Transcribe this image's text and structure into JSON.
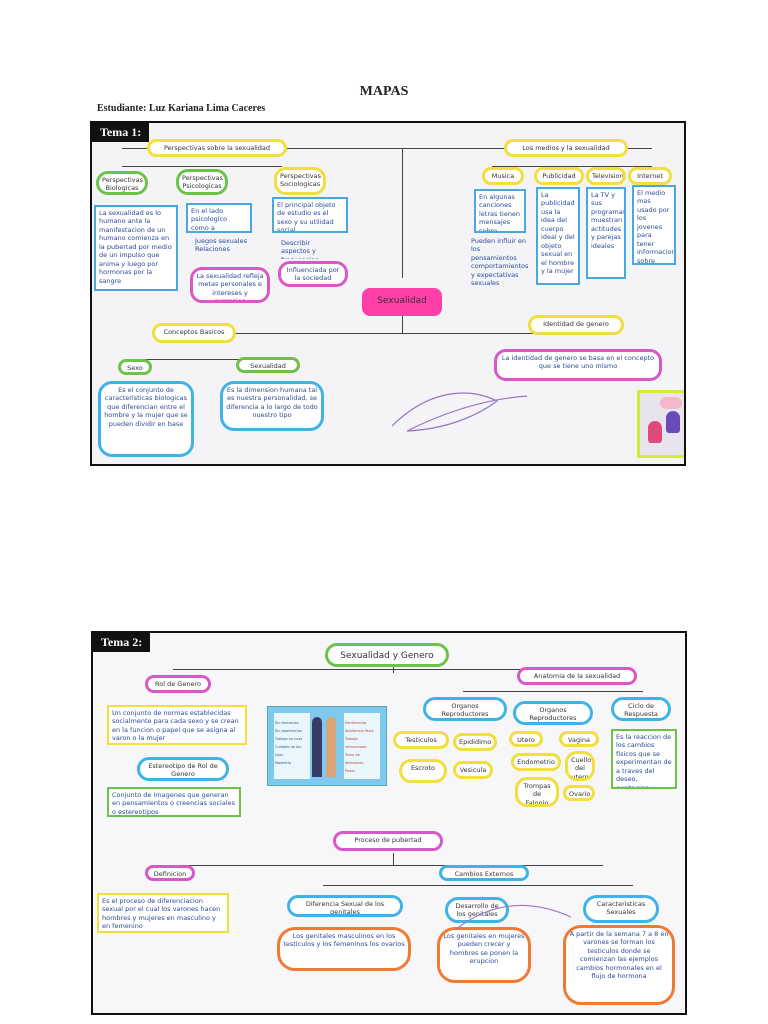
{
  "document": {
    "title": "MAPAS",
    "student": "Estudiante: Luz Kariana Lima Caceres"
  },
  "tema1": {
    "label": "Tema 1:",
    "center": "Sexualidad",
    "perspectivas": {
      "title": "Perspectivas sobre la sexualidad",
      "children": [
        {
          "title": "Perspectivas Biologicas",
          "text": "La sexualidad es lo humano ante la manifestacion de un humano comienza en la pubertad por medio de un impulso que anima y luego por hormonas por la sangre"
        },
        {
          "title": "Perspectivas Psicologicas",
          "text": "En el lado psicologico como a interaccion de emociones",
          "extra": "Juegos sexuales Relaciones",
          "note": "La sexualidad refleja metas personales e intereses y expresion"
        },
        {
          "title": "Perspectivas Sociologicas",
          "text": "El principal objeto de estudio es el sexo y su utilidad social",
          "extra": "Describir aspectos y frecuencias",
          "note": "Influenciada por la sociedad"
        }
      ]
    },
    "medios": {
      "title": "Los medios y la sexualidad",
      "children": [
        {
          "title": "Musica",
          "text": "En algunas canciones letras tienen mensajes sobre sexualidad",
          "extra": "Pueden influir en los pensamientos comportamientos y expectativas sexuales"
        },
        {
          "title": "Publicidad",
          "text": "La publicidad usa la idea del cuerpo ideal y del objeto sexual en el hombre y la mujer"
        },
        {
          "title": "Television",
          "text": "La TV y sus programas muestran actitudes y parejas ideales"
        },
        {
          "title": "Internet",
          "text": "El medio mas usado por los jovenes para tener informacion sobre sexo"
        }
      ]
    },
    "conceptos": {
      "title": "Conceptos Basicos",
      "children": [
        {
          "title": "Sexo",
          "text": "Es el conjunto de caracteristicas biologicas que diferencian entre el hombre y la mujer que se pueden dividir en base"
        },
        {
          "title": "Sexualidad",
          "text": "Es la dimension humana tal es nuestra personalidad, se diferencia a lo largo de todo nuestro tipo"
        }
      ]
    },
    "identidad": {
      "title": "Identidad de genero",
      "text": "La identidad de genero se basa en el concepto que se tiene uno mismo"
    }
  },
  "tema2": {
    "label": "Tema 2:",
    "center": "Sexualidad y Genero",
    "rol": {
      "title": "Rol de Genero",
      "text": "Un conjunto de normas establecidas socialmente para cada sexo y se crean en la funcion o papel que se asigna al varon o la mujer",
      "estereotipo_title": "Estereotipo de Rol de Genero",
      "estereotipo_text": "Conjunto de imagenes que generan en pensamientos o creencias sociales o estereotipos"
    },
    "anatomia": {
      "title": "Anatomia de la sexualidad",
      "masculinos": {
        "title": "Organos Reproductores Masculinos",
        "items": [
          "Testiculos",
          "Epididimo",
          "Escroto",
          "Vesicula"
        ]
      },
      "femeninos": {
        "title": "Organos Reproductores Femeninos",
        "items": [
          "Utero",
          "Vagina",
          "Endometrio",
          "Cuello del utero",
          "Trompas de Falopio",
          "Ovario"
        ]
      },
      "ciclo": {
        "title": "Ciclo de Respuesta",
        "text": "Es la reaccion de los cambios fisicos que se experimentan de a traves del deseo, excitacion y orgasmo"
      }
    },
    "pubertad": {
      "title": "Proceso de pubertad",
      "definicion": {
        "title": "Definicion",
        "text": "Es el proceso de diferenciacion sexual por el cual los varones hacen hombres y mujeres en masculino y en femenino"
      },
      "cambios": {
        "title": "Cambios Externos",
        "children": [
          {
            "title": "Diferencia Sexual de los genitales",
            "text": "Los genitales masculinos en los testiculos y los femeninos los ovarios"
          },
          {
            "title": "Desarrollo de los genitales",
            "text": "Los genitales en mujeres pueden crecer y hombres se ponen la erupcion"
          },
          {
            "title": "Caracteristicas Sexuales",
            "text": "A partir de la semana 7 a 8 en varones se forman los testiculos donde se comienzan las ejemplos cambios hormonales en el flujo de hormona"
          }
        ]
      }
    },
    "card": {
      "left": [
        "Sin formacion",
        "Sin apariencias",
        "Trabajo en casa",
        "Cuidado de los hijos",
        "Modestia"
      ],
      "right": [
        "Sentimiento",
        "Apariencia fisica",
        "Trabajo remunerado",
        "Toma de decisiones",
        "Poder"
      ]
    }
  }
}
